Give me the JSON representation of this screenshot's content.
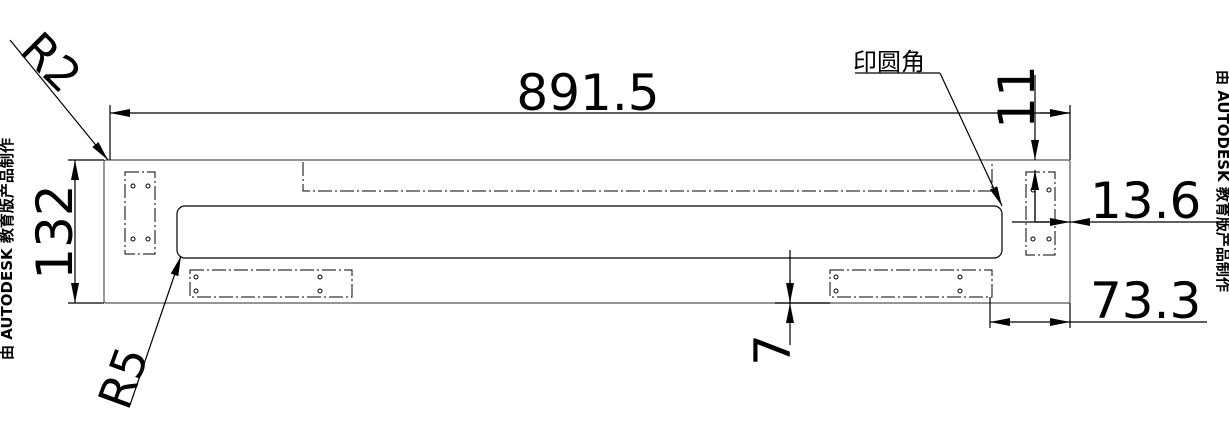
{
  "drawing": {
    "dimensions": {
      "overall_length": "891.5",
      "height": "132",
      "corner_radius_outer": "R2",
      "corner_radius_slot": "R5",
      "top_offset": "11",
      "side_offset": "13.6",
      "bottom_offset": "73.3",
      "slot_bottom_gap": "7"
    },
    "annotation_fillet": "印圆角",
    "watermark": "由 AUTODESK 教育版产品制作"
  }
}
